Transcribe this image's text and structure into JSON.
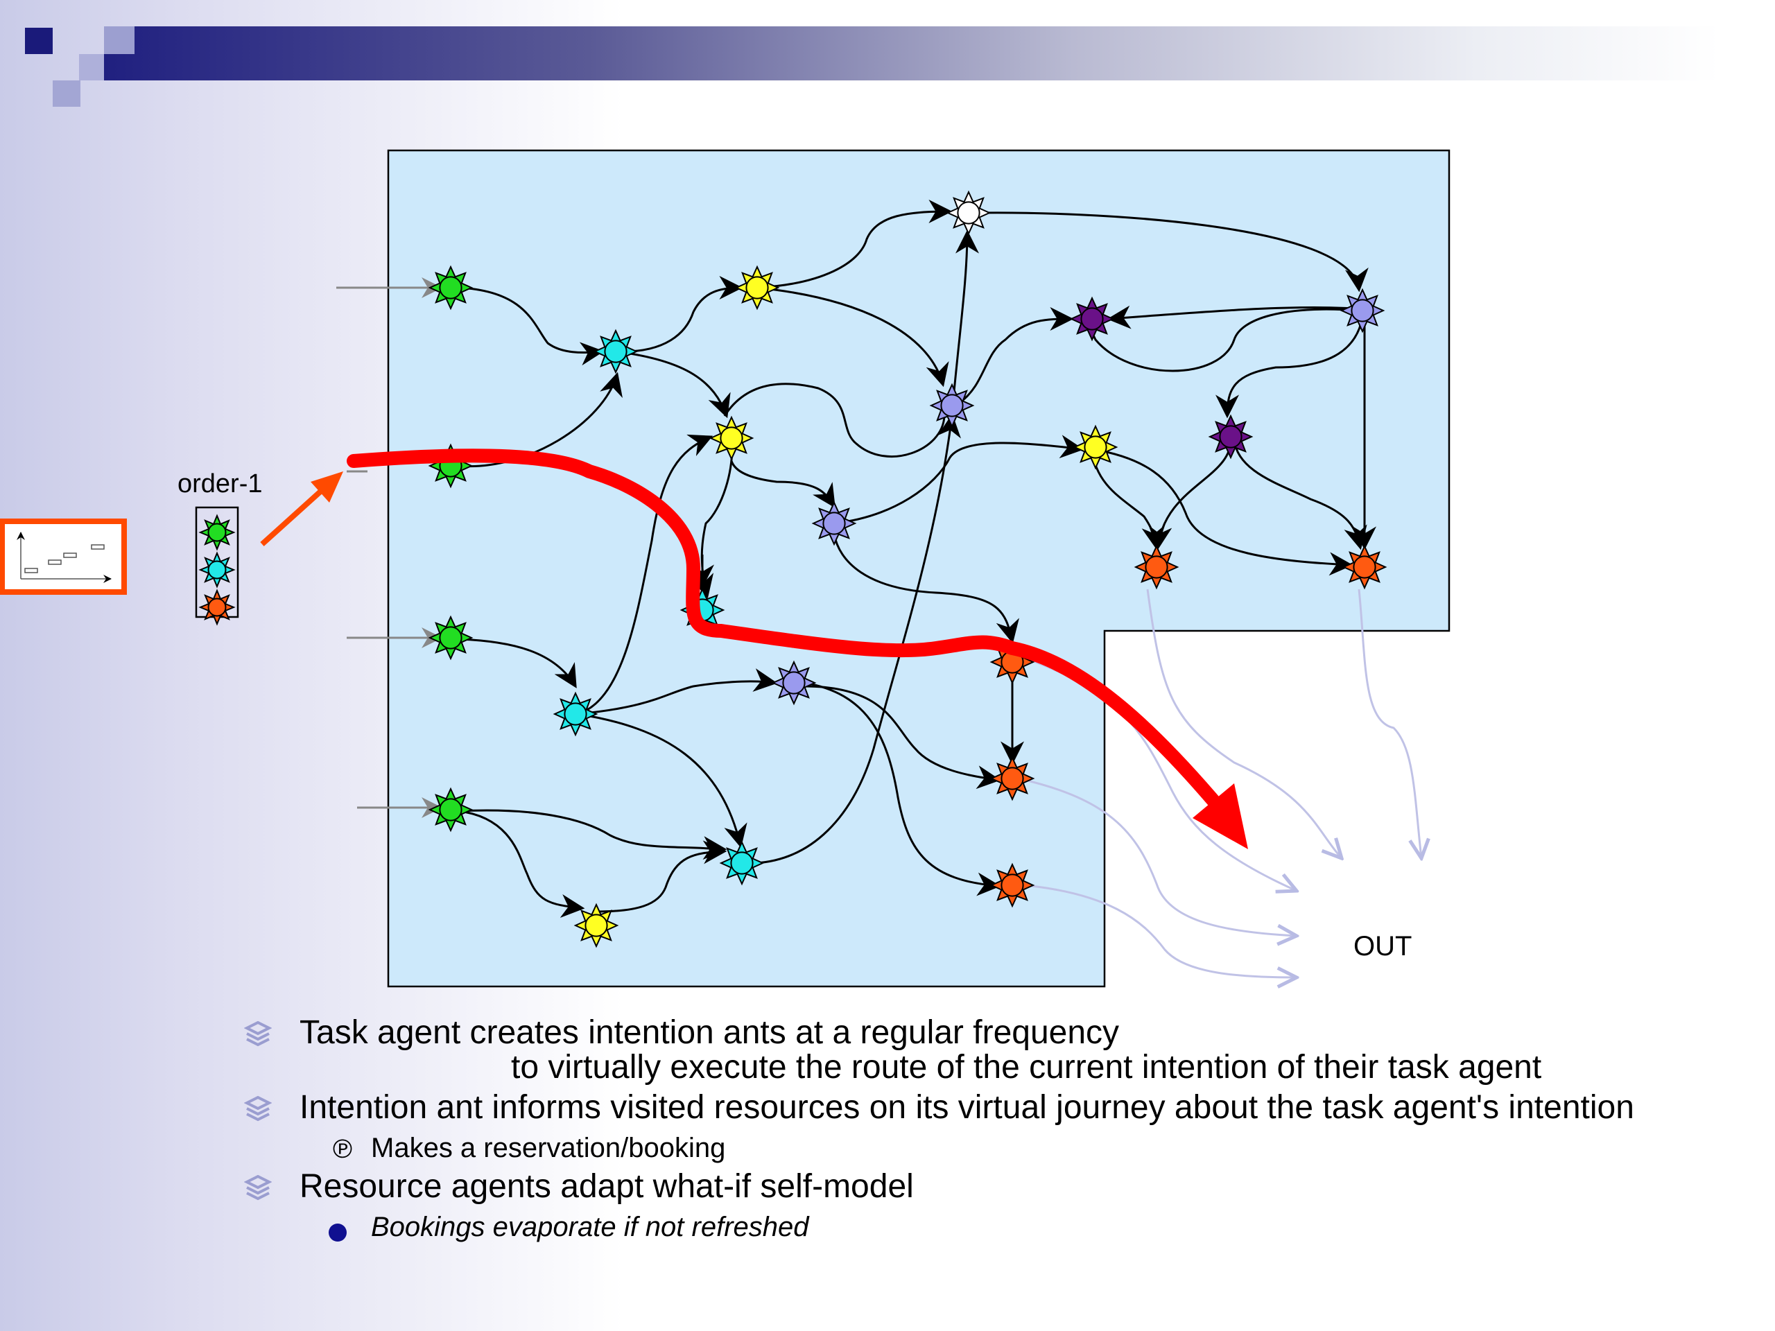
{
  "slide": {
    "colors": {
      "accent": "#202080",
      "region_fill": "#cde9fb",
      "route": "#ff0000",
      "order_frame": "#ff4a00"
    }
  },
  "diagram": {
    "order_label": "order-1",
    "out_label": "OUT",
    "node_colors": {
      "green": "#22dd22",
      "cyan": "#22e8e8",
      "yellow": "#ffff22",
      "white": "#ffffff",
      "lavender": "#9a9aee",
      "purple": "#6a1188",
      "orange": "#ff5a11"
    }
  },
  "bullets": [
    {
      "text": "Task agent creates intention ants at a regular frequency",
      "continuation": "to virtually execute the route of the current intention of their task agent"
    },
    {
      "text": "Intention ant informs visited resources on its virtual journey about the task agent's intention",
      "sub": {
        "marker": "℗",
        "text": "Makes a reservation/booking"
      }
    },
    {
      "text": "Resource agents adapt what-if self-model",
      "sub": {
        "text": "Bookings evaporate if not refreshed"
      }
    }
  ]
}
